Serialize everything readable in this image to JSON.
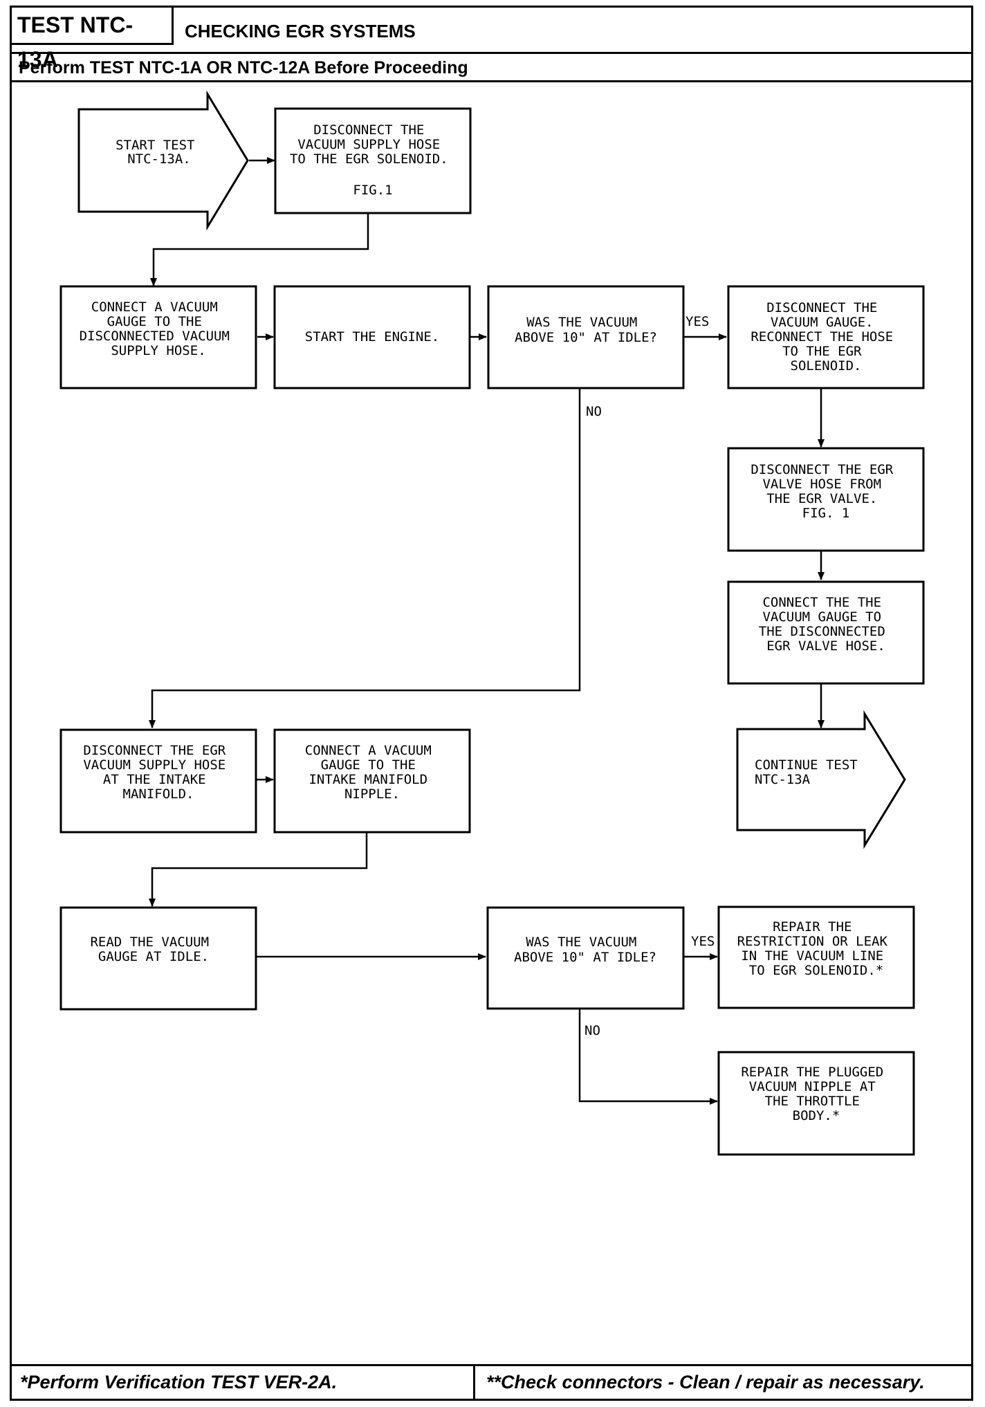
{
  "header": {
    "test_id": "TEST NTC-13A",
    "title": "CHECKING EGR SYSTEMS",
    "prerequisite": "Perform TEST NTC-1A OR NTC-12A Before Proceeding"
  },
  "footer": {
    "left_note": "*Perform Verification TEST VER-2A.",
    "right_note": "**Check connectors - Clean / repair as necessary."
  },
  "nodes": {
    "start": [
      "START TEST",
      "NTC-13A."
    ],
    "disconnect_supply": [
      "DISCONNECT THE",
      "VACUUM SUPPLY HOSE",
      "TO THE EGR SOLENOID.",
      "",
      "FIG.1"
    ],
    "connect_gauge": [
      "CONNECT A VACUUM",
      "GAUGE TO THE",
      "DISCONNECTED VACUUM",
      "SUPPLY HOSE."
    ],
    "start_engine": [
      "START THE ENGINE."
    ],
    "decision_1": [
      "WAS THE VACUUM",
      "ABOVE 10\" AT IDLE?"
    ],
    "reconnect_hose": [
      "DISCONNECT THE",
      "VACUUM GAUGE.",
      "RECONNECT THE HOSE",
      "TO THE EGR",
      "SOLENOID."
    ],
    "disconnect_valve_hose": [
      "DISCONNECT THE EGR",
      "VALVE HOSE FROM",
      "THE EGR VALVE.",
      "FIG. 1"
    ],
    "connect_gauge_valve": [
      "CONNECT THE THE",
      "VACUUM GAUGE TO",
      "THE DISCONNECTED",
      "EGR VALVE HOSE."
    ],
    "continue": [
      "CONTINUE TEST",
      "NTC-13A"
    ],
    "disconnect_egr_supply": [
      "DISCONNECT THE EGR",
      "VACUUM SUPPLY HOSE",
      "AT THE INTAKE",
      "MANIFOLD."
    ],
    "connect_gauge_intake": [
      "CONNECT A VACUUM",
      "GAUGE TO THE",
      "INTAKE MANIFOLD",
      "NIPPLE."
    ],
    "read_gauge": [
      "READ THE VACUUM",
      "GAUGE AT IDLE."
    ],
    "decision_2": [
      "WAS THE VACUUM",
      "ABOVE 10\" AT IDLE?"
    ],
    "repair_restriction": [
      "REPAIR THE",
      "RESTRICTION OR LEAK",
      "IN THE VACUUM LINE",
      "TO EGR SOLENOID.*"
    ],
    "repair_nipple": [
      "REPAIR THE PLUGGED",
      "VACUUM NIPPLE AT",
      "THE THROTTLE",
      "BODY.*"
    ]
  },
  "edge_labels": {
    "yes_1": "YES",
    "no_1": "NO",
    "yes_2": "YES",
    "no_2": "NO"
  }
}
